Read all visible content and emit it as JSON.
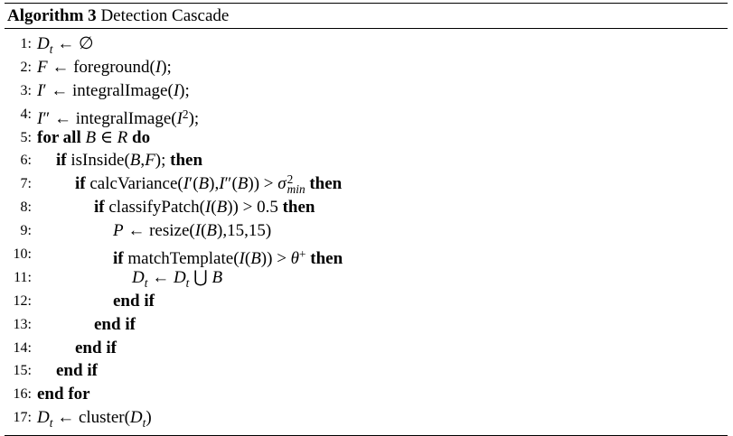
{
  "algorithm": {
    "label": "Algorithm 3",
    "title": "Detection Cascade"
  },
  "lines": [
    {
      "num": "1:",
      "indent": 0,
      "parts": [
        {
          "t": "D",
          "s": "it"
        },
        {
          "t": "t",
          "s": "subit"
        },
        {
          "t": " ← ∅",
          "s": ""
        }
      ]
    },
    {
      "num": "2:",
      "indent": 0,
      "parts": [
        {
          "t": "F",
          "s": "it"
        },
        {
          "t": " ← foreground(",
          "s": ""
        },
        {
          "t": "I",
          "s": "it"
        },
        {
          "t": ");",
          "s": ""
        }
      ]
    },
    {
      "num": "3:",
      "indent": 0,
      "parts": [
        {
          "t": "I",
          "s": "it"
        },
        {
          "t": "′",
          "s": ""
        },
        {
          "t": " ← integralImage(",
          "s": ""
        },
        {
          "t": "I",
          "s": "it"
        },
        {
          "t": ");",
          "s": ""
        }
      ]
    },
    {
      "num": "4:",
      "indent": 0,
      "parts": [
        {
          "t": "I",
          "s": "it"
        },
        {
          "t": "″",
          "s": ""
        },
        {
          "t": " ← integralImage(",
          "s": ""
        },
        {
          "t": "I",
          "s": "it"
        },
        {
          "t": "2",
          "s": "sup"
        },
        {
          "t": ");",
          "s": ""
        }
      ]
    },
    {
      "num": "5:",
      "indent": 0,
      "parts": [
        {
          "t": "for all ",
          "s": "kw"
        },
        {
          "t": "B",
          "s": "it"
        },
        {
          "t": " ∈ ",
          "s": ""
        },
        {
          "t": "R",
          "s": "it"
        },
        {
          "t": " do",
          "s": "kw"
        }
      ]
    },
    {
      "num": "6:",
      "indent": 1,
      "parts": [
        {
          "t": "if ",
          "s": "kw"
        },
        {
          "t": "isInside(",
          "s": ""
        },
        {
          "t": "B",
          "s": "it"
        },
        {
          "t": ",",
          "s": ""
        },
        {
          "t": "F",
          "s": "it"
        },
        {
          "t": "); ",
          "s": ""
        },
        {
          "t": "then",
          "s": "kw"
        }
      ]
    },
    {
      "num": "7:",
      "indent": 2,
      "parts": [
        {
          "t": "if ",
          "s": "kw"
        },
        {
          "t": "calcVariance(",
          "s": ""
        },
        {
          "t": "I",
          "s": "it"
        },
        {
          "t": "′(",
          "s": ""
        },
        {
          "t": "B",
          "s": "it"
        },
        {
          "t": "),",
          "s": ""
        },
        {
          "t": "I",
          "s": "it"
        },
        {
          "t": "″(",
          "s": ""
        },
        {
          "t": "B",
          "s": "it"
        },
        {
          "t": ")) > ",
          "s": ""
        },
        {
          "t": "σ",
          "s": "it"
        },
        {
          "t": "2",
          "s": "sup2"
        },
        {
          "t": "min",
          "s": "sub2"
        },
        {
          "t": " then",
          "s": "kw"
        }
      ]
    },
    {
      "num": "8:",
      "indent": 3,
      "parts": [
        {
          "t": "if ",
          "s": "kw"
        },
        {
          "t": "classifyPatch(",
          "s": ""
        },
        {
          "t": "I",
          "s": "it"
        },
        {
          "t": "(",
          "s": ""
        },
        {
          "t": "B",
          "s": "it"
        },
        {
          "t": ")) > 0.5 ",
          "s": ""
        },
        {
          "t": "then",
          "s": "kw"
        }
      ]
    },
    {
      "num": "9:",
      "indent": 4,
      "parts": [
        {
          "t": "P",
          "s": "it"
        },
        {
          "t": " ← resize(",
          "s": ""
        },
        {
          "t": "I",
          "s": "it"
        },
        {
          "t": "(",
          "s": ""
        },
        {
          "t": "B",
          "s": "it"
        },
        {
          "t": "),15,15)",
          "s": ""
        }
      ]
    },
    {
      "num": "10:",
      "indent": 4,
      "parts": [
        {
          "t": "if ",
          "s": "kw"
        },
        {
          "t": "matchTemplate(",
          "s": ""
        },
        {
          "t": "I",
          "s": "it"
        },
        {
          "t": "(",
          "s": ""
        },
        {
          "t": "B",
          "s": "it"
        },
        {
          "t": ")) > ",
          "s": ""
        },
        {
          "t": "θ",
          "s": "it"
        },
        {
          "t": "+",
          "s": "sup"
        },
        {
          "t": " then",
          "s": "kw"
        }
      ]
    },
    {
      "num": "11:",
      "indent": 5,
      "parts": [
        {
          "t": "D",
          "s": "it"
        },
        {
          "t": "t",
          "s": "subit"
        },
        {
          "t": " ← ",
          "s": ""
        },
        {
          "t": "D",
          "s": "it"
        },
        {
          "t": "t",
          "s": "subit"
        },
        {
          "t": " ⋃ ",
          "s": ""
        },
        {
          "t": "B",
          "s": "it"
        }
      ]
    },
    {
      "num": "12:",
      "indent": 4,
      "parts": [
        {
          "t": "end if",
          "s": "kw"
        }
      ]
    },
    {
      "num": "13:",
      "indent": 3,
      "parts": [
        {
          "t": "end if",
          "s": "kw"
        }
      ]
    },
    {
      "num": "14:",
      "indent": 2,
      "parts": [
        {
          "t": "end if",
          "s": "kw"
        }
      ]
    },
    {
      "num": "15:",
      "indent": 1,
      "parts": [
        {
          "t": "end if",
          "s": "kw"
        }
      ]
    },
    {
      "num": "16:",
      "indent": 0,
      "parts": [
        {
          "t": "end for",
          "s": "kw"
        }
      ]
    },
    {
      "num": "17:",
      "indent": 0,
      "parts": [
        {
          "t": "D",
          "s": "it"
        },
        {
          "t": "t",
          "s": "subit"
        },
        {
          "t": " ← cluster(",
          "s": ""
        },
        {
          "t": "D",
          "s": "it"
        },
        {
          "t": "t",
          "s": "subit"
        },
        {
          "t": ")",
          "s": ""
        }
      ]
    }
  ]
}
